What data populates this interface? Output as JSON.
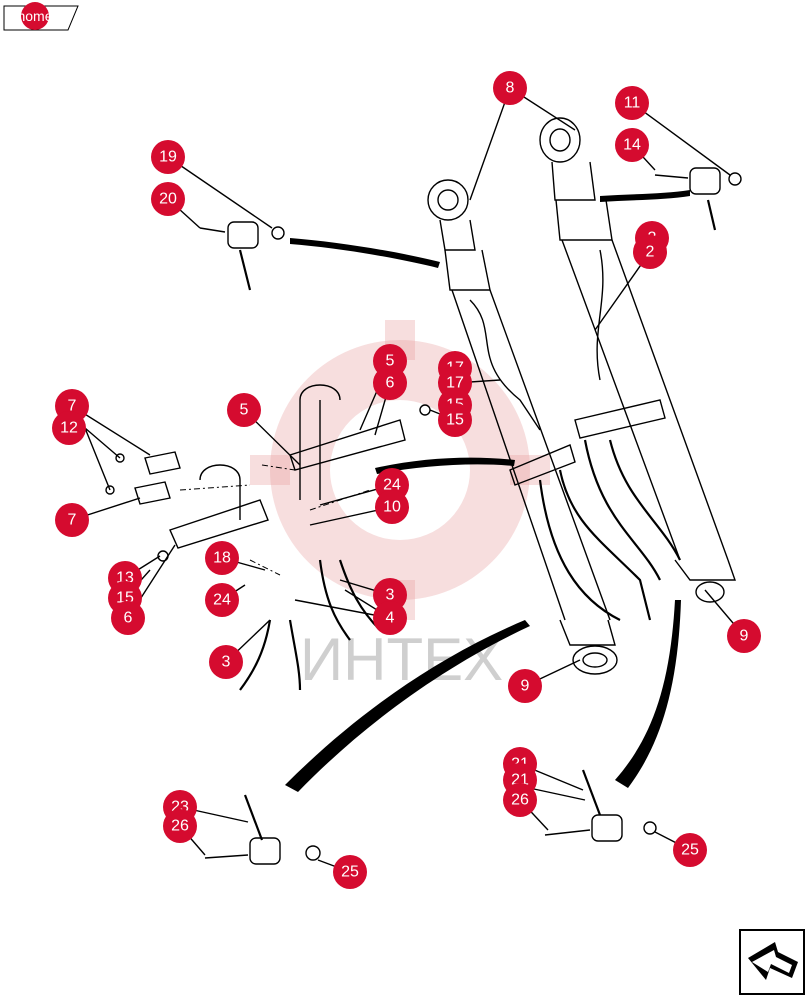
{
  "home_label": "home",
  "watermark_text": "ИНТЕХ",
  "colors": {
    "callout": "#d50b2f",
    "callout_text": "#ffffff",
    "watermark": "#e8a0a0"
  },
  "nav_icon": "return-arrow-icon",
  "callouts": [
    {
      "id": "c8",
      "label": "8"
    },
    {
      "id": "c11",
      "label": "11"
    },
    {
      "id": "c19",
      "label": "19"
    },
    {
      "id": "c14",
      "label": "14"
    },
    {
      "id": "c20",
      "label": "20"
    },
    {
      "id": "c2a",
      "label": "2"
    },
    {
      "id": "c2",
      "label": "2"
    },
    {
      "id": "c5a",
      "label": "5"
    },
    {
      "id": "c6a",
      "label": "6"
    },
    {
      "id": "c17a",
      "label": "17"
    },
    {
      "id": "c17",
      "label": "17"
    },
    {
      "id": "c15a",
      "label": "15"
    },
    {
      "id": "c15b",
      "label": "15"
    },
    {
      "id": "c7a",
      "label": "7"
    },
    {
      "id": "c12",
      "label": "12"
    },
    {
      "id": "c5b",
      "label": "5"
    },
    {
      "id": "c24a",
      "label": "24"
    },
    {
      "id": "c10",
      "label": "10"
    },
    {
      "id": "c7b",
      "label": "7"
    },
    {
      "id": "c18",
      "label": "18"
    },
    {
      "id": "c13",
      "label": "13"
    },
    {
      "id": "c15c",
      "label": "15"
    },
    {
      "id": "c6b",
      "label": "6"
    },
    {
      "id": "c24b",
      "label": "24"
    },
    {
      "id": "c3a",
      "label": "3"
    },
    {
      "id": "c4",
      "label": "4"
    },
    {
      "id": "c3b",
      "label": "3"
    },
    {
      "id": "c9a",
      "label": "9"
    },
    {
      "id": "c9b",
      "label": "9"
    },
    {
      "id": "c21a",
      "label": "21"
    },
    {
      "id": "c21",
      "label": "21"
    },
    {
      "id": "c26a",
      "label": "26"
    },
    {
      "id": "c23",
      "label": "23"
    },
    {
      "id": "c26b",
      "label": "26"
    },
    {
      "id": "c25a",
      "label": "25"
    },
    {
      "id": "c25b",
      "label": "25"
    }
  ]
}
